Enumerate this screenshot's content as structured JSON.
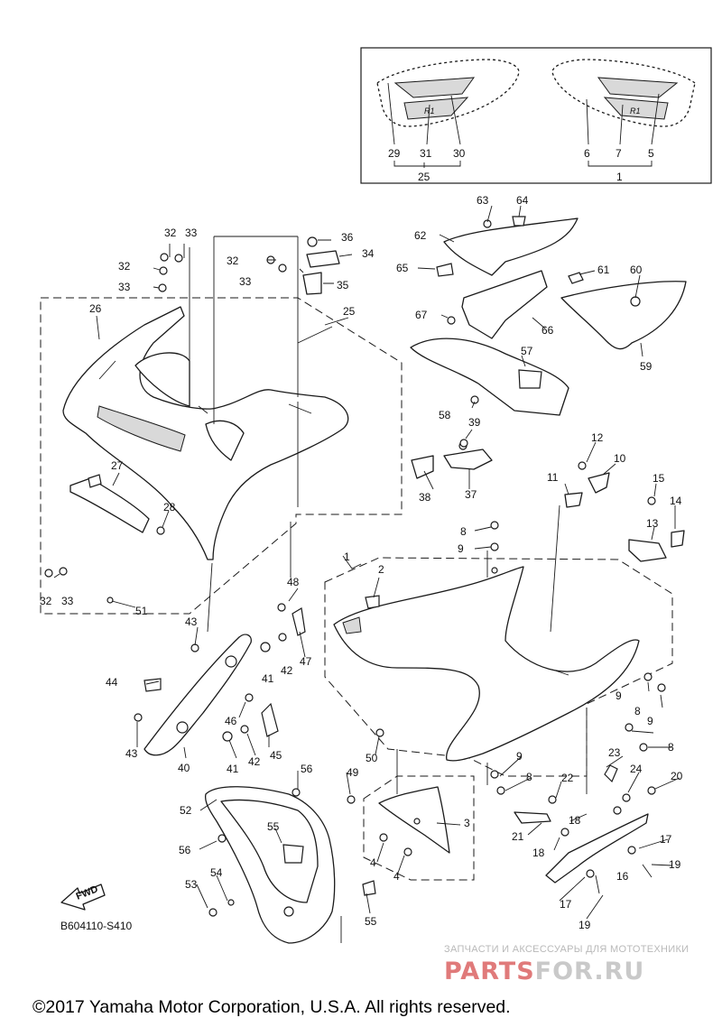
{
  "diagram": {
    "callouts": [
      "1",
      "2",
      "3",
      "4",
      "5",
      "6",
      "7",
      "8",
      "9",
      "10",
      "11",
      "12",
      "13",
      "14",
      "15",
      "16",
      "17",
      "18",
      "19",
      "20",
      "21",
      "22",
      "23",
      "24",
      "25",
      "26",
      "27",
      "28",
      "29",
      "30",
      "31",
      "32",
      "33",
      "34",
      "35",
      "36",
      "37",
      "38",
      "39",
      "40",
      "41",
      "42",
      "43",
      "44",
      "45",
      "46",
      "47",
      "48",
      "49",
      "50",
      "51",
      "52",
      "53",
      "54",
      "55",
      "56",
      "57",
      "58",
      "59",
      "60",
      "61",
      "62",
      "63",
      "64",
      "65",
      "66",
      "67"
    ],
    "direction_label": "FWD",
    "figure_code": "B604110-S410"
  },
  "watermark": {
    "tagline": "ЗАПЧАСТИ И АКСЕССУАРЫ ДЛЯ МОТОТЕХНИКИ",
    "brand_left": "PARTS",
    "brand_right": "FOR.RU",
    "brand_left_color": "#e07a7a",
    "brand_right_color": "#c9c9c9"
  },
  "footer": {
    "copyright": "©2017 Yamaha Motor Corporation, U.S.A. All rights reserved."
  }
}
